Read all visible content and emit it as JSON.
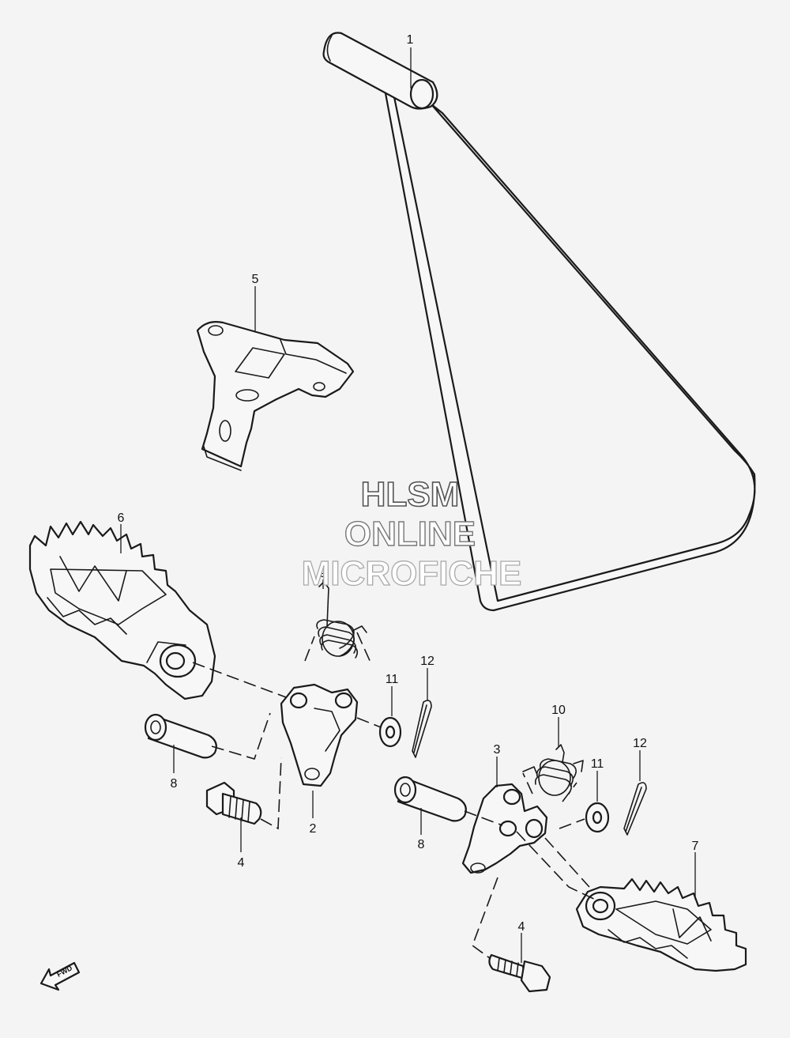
{
  "watermark": {
    "line1": "HLSM",
    "line2": "ONLINE",
    "line3": "MICROFICHE"
  },
  "fwd_indicator": "FWD",
  "callouts": {
    "c1": "1",
    "c2": "2",
    "c3": "3",
    "c4a": "4",
    "c4b": "4",
    "c5": "5",
    "c6": "6",
    "c7": "7",
    "c8a": "8",
    "c8b": "8",
    "c9": "9",
    "c10": "10",
    "c11a": "11",
    "c11b": "11",
    "c12a": "12",
    "c12b": "12"
  },
  "colors": {
    "background": "#f4f4f4",
    "line": "#1a1a1a",
    "part_fill": "#f7f7f7"
  }
}
